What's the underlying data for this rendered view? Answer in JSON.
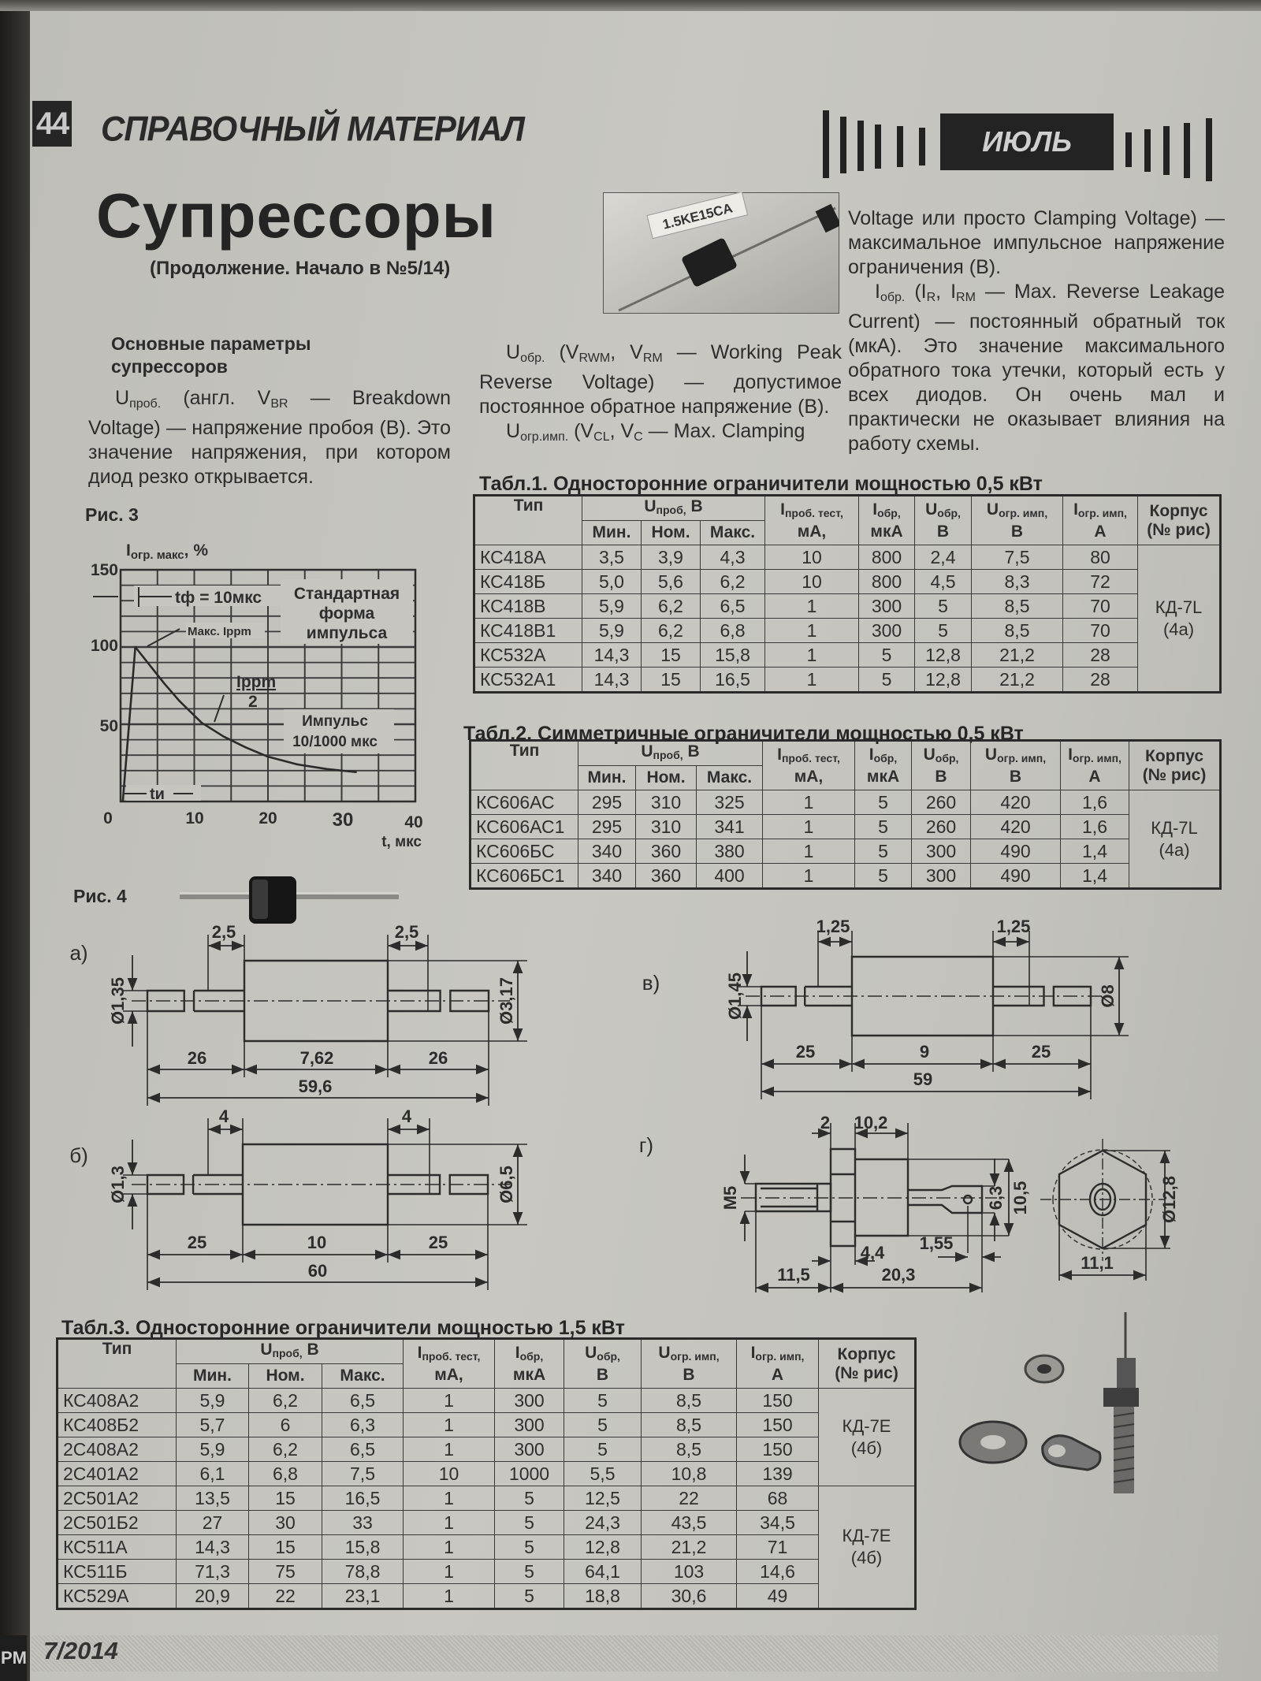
{
  "header": {
    "page_number": "44",
    "section": "СПРАВОЧНЫЙ МАТЕРИАЛ",
    "month": "ИЮЛЬ"
  },
  "article": {
    "title": "Супрессоры",
    "subtitle": "(Продолжение. Начало в №5/14)",
    "photo_label": "1.5KE15CA",
    "params_heading": "Основные параметры супрессоров",
    "p_ubr": [
      "U",
      "проб.",
      " (англ. V",
      "BR",
      " — Breakdown Voltage) — напряжение пробоя (В). Это значение напряжения, при котором диод резко открывается."
    ],
    "p_urwm": [
      "U",
      "обр.",
      " (V",
      "RWM",
      ", V",
      "RM",
      " — Working Peak Reverse Voltage) — допустимое постоянное обратное напряжение (В)."
    ],
    "p_ucl": [
      "U",
      "огр.имп.",
      " (V",
      "CL",
      ", V",
      "C",
      " — Max. Clamping"
    ],
    "p_ucl_cont": [
      "Voltage или просто Clamping Voltage) — максимальное импульсное напряжение ограничения (В)."
    ],
    "p_ir": [
      "I",
      "обр.",
      " (I",
      "R",
      ", I",
      "RM",
      " — Max. Reverse Leakage Current) — постоянный обратный ток (мкА). Это значение максимального обратного тока утечки, который есть у всех диодов. Он очень мал и практически не оказывает влияния на работу схемы."
    ]
  },
  "table_header": {
    "type": "Тип",
    "u_br": {
      "sym": "U",
      "sub": "проб,",
      "unit": " В"
    },
    "u_br_sub": [
      "Мин.",
      "Ном.",
      "Макс."
    ],
    "params": [
      {
        "sym": "I",
        "sub": "проб. тест,",
        "unit": "мА,"
      },
      {
        "sym": "I",
        "sub": "обр,",
        "unit": "мкА"
      },
      {
        "sym": "U",
        "sub": "обр,",
        "unit": "В"
      },
      {
        "sym": "U",
        "sub": "огр. имп,",
        "unit": "В"
      },
      {
        "sym": "I",
        "sub": "огр. имп,",
        "unit": "А"
      }
    ],
    "package": [
      "Корпус",
      "(№ рис)"
    ]
  },
  "tables": [
    {
      "caption": "Табл.1. Односторонние ограничители мощностью 0,5 кВт",
      "rows": [
        [
          "КС418А",
          "3,5",
          "3,9",
          "4,3",
          "10",
          "800",
          "2,4",
          "7,5",
          "80"
        ],
        [
          "КС418Б",
          "5,0",
          "5,6",
          "6,2",
          "10",
          "800",
          "4,5",
          "8,3",
          "72"
        ],
        [
          "КС418В",
          "5,9",
          "6,2",
          "6,5",
          "1",
          "300",
          "5",
          "8,5",
          "70"
        ],
        [
          "КС418В1",
          "5,9",
          "6,2",
          "6,8",
          "1",
          "300",
          "5",
          "8,5",
          "70"
        ],
        [
          "КС532А",
          "14,3",
          "15",
          "15,8",
          "1",
          "5",
          "12,8",
          "21,2",
          "28"
        ],
        [
          "КС532А1",
          "14,3",
          "15",
          "16,5",
          "1",
          "5",
          "12,8",
          "21,2",
          "28"
        ]
      ],
      "packages": [
        {
          "name": "КД-7L",
          "fig": "(4а)",
          "span": 6
        }
      ]
    },
    {
      "caption": "Табл.2. Симметричные ограничители мощностью 0,5 кВт",
      "rows": [
        [
          "КС606АС",
          "295",
          "310",
          "325",
          "1",
          "5",
          "260",
          "420",
          "1,6"
        ],
        [
          "КС606АС1",
          "295",
          "310",
          "341",
          "1",
          "5",
          "260",
          "420",
          "1,6"
        ],
        [
          "КС606БС",
          "340",
          "360",
          "380",
          "1",
          "5",
          "300",
          "490",
          "1,4"
        ],
        [
          "КС606БС1",
          "340",
          "360",
          "400",
          "1",
          "5",
          "300",
          "490",
          "1,4"
        ]
      ],
      "packages": [
        {
          "name": "КД-7L",
          "fig": "(4а)",
          "span": 4
        }
      ]
    },
    {
      "caption": "Табл.3. Односторонние ограничители мощностью 1,5 кВт",
      "rows": [
        [
          "КС408А2",
          "5,9",
          "6,2",
          "6,5",
          "1",
          "300",
          "5",
          "8,5",
          "150"
        ],
        [
          "КС408Б2",
          "5,7",
          "6",
          "6,3",
          "1",
          "300",
          "5",
          "8,5",
          "150"
        ],
        [
          "2С408А2",
          "5,9",
          "6,2",
          "6,5",
          "1",
          "300",
          "5",
          "8,5",
          "150"
        ],
        [
          "2С401А2",
          "6,1",
          "6,8",
          "7,5",
          "10",
          "1000",
          "5,5",
          "10,8",
          "139"
        ],
        [
          "2С501А2",
          "13,5",
          "15",
          "16,5",
          "1",
          "5",
          "12,5",
          "22",
          "68"
        ],
        [
          "2С501Б2",
          "27",
          "30",
          "33",
          "1",
          "5",
          "24,3",
          "43,5",
          "34,5"
        ],
        [
          "КС511А",
          "14,3",
          "15",
          "15,8",
          "1",
          "5",
          "12,8",
          "21,2",
          "71"
        ],
        [
          "КС511Б",
          "71,3",
          "75",
          "78,8",
          "1",
          "5",
          "64,1",
          "103",
          "14,6"
        ],
        [
          "КС529А",
          "20,9",
          "22",
          "23,1",
          "1",
          "5",
          "18,8",
          "30,6",
          "49"
        ]
      ],
      "packages": [
        {
          "name": "КД-7Е",
          "fig": "(4б)",
          "span": 4
        },
        {
          "name": "КД-7Е",
          "fig": "(4б)",
          "span": 5
        }
      ]
    }
  ],
  "chart_data": {
    "type": "line",
    "caption": "Рис. 3",
    "ylabel_sym": "I",
    "ylabel_sub": "огр. макс",
    "ylabel_unit": ", %",
    "xlabel": "t, мкс",
    "xlim": [
      0,
      40
    ],
    "ylim": [
      0,
      150
    ],
    "xticks": [
      "0",
      "10",
      "20",
      "30",
      "40"
    ],
    "yticks": [
      "50",
      "100",
      "150"
    ],
    "grid": true,
    "series": [
      {
        "name": "Импульс 10/1000 мкс",
        "points": [
          [
            0.3,
            0
          ],
          [
            2,
            100
          ],
          [
            4,
            88
          ],
          [
            6,
            76
          ],
          [
            8,
            65
          ],
          [
            11,
            51
          ],
          [
            14,
            42
          ],
          [
            17,
            35
          ],
          [
            20,
            29
          ],
          [
            24,
            24
          ],
          [
            28,
            21
          ],
          [
            32,
            19
          ]
        ]
      }
    ],
    "annotations": {
      "rise_time": "tф = 10мкс",
      "standard_1": "Стандартная",
      "standard_2": "форма",
      "standard_3": "импульса",
      "peak": "Макс. Ippm",
      "half_num": "Ippm",
      "half_den": "2",
      "pulse_1": "Импульс",
      "pulse_2": "10/1000 мкс",
      "duration": "tи"
    }
  },
  "figure4": {
    "caption": "Рис. 4",
    "drawings": [
      {
        "label": "а)",
        "dims": [
          "2,5",
          "2,5",
          "Ø1,35",
          "Ø3,17",
          "26",
          "7,62",
          "26",
          "59,6"
        ]
      },
      {
        "label": "б)",
        "dims": [
          "4",
          "4",
          "Ø1,3",
          "Ø6,5",
          "25",
          "10",
          "25",
          "60"
        ]
      },
      {
        "label": "в)",
        "dims": [
          "1,25",
          "1,25",
          "Ø1,45",
          "Ø8",
          "25",
          "9",
          "25",
          "59"
        ]
      },
      {
        "label": "г)",
        "dims": [
          "2",
          "10,2",
          "M5",
          "6,3",
          "10,5",
          "Ø12,8",
          "4,4",
          "1,55",
          "11,5",
          "20,3",
          "11,1"
        ]
      }
    ]
  },
  "footer": {
    "issue": "7/2014",
    "logo_fragment": "PM"
  }
}
